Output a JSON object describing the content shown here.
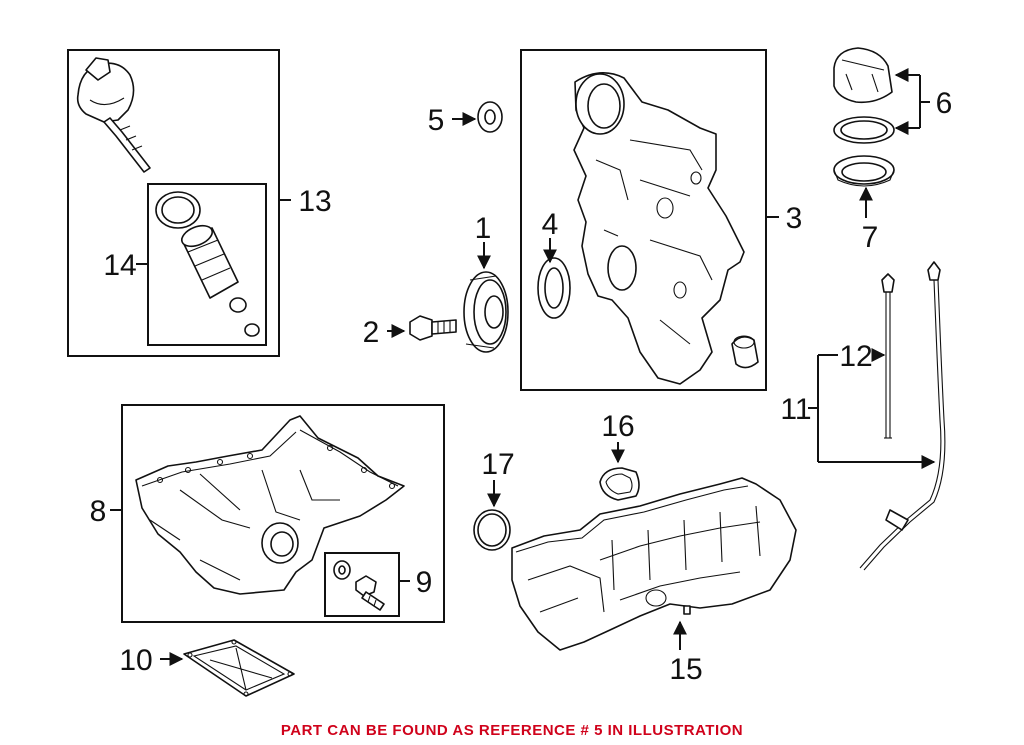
{
  "callouts": {
    "c1": "1",
    "c2": "2",
    "c3": "3",
    "c4": "4",
    "c5": "5",
    "c6": "6",
    "c7": "7",
    "c8": "8",
    "c9": "9",
    "c10": "10",
    "c11": "11",
    "c12": "12",
    "c13": "13",
    "c14": "14",
    "c15": "15",
    "c16": "16",
    "c17": "17"
  },
  "footer": {
    "note": "PART CAN BE FOUND AS REFERENCE # 5 IN ILLUSTRATION",
    "color": "#d0021b"
  },
  "colors": {
    "line": "#111111",
    "background": "#ffffff"
  }
}
